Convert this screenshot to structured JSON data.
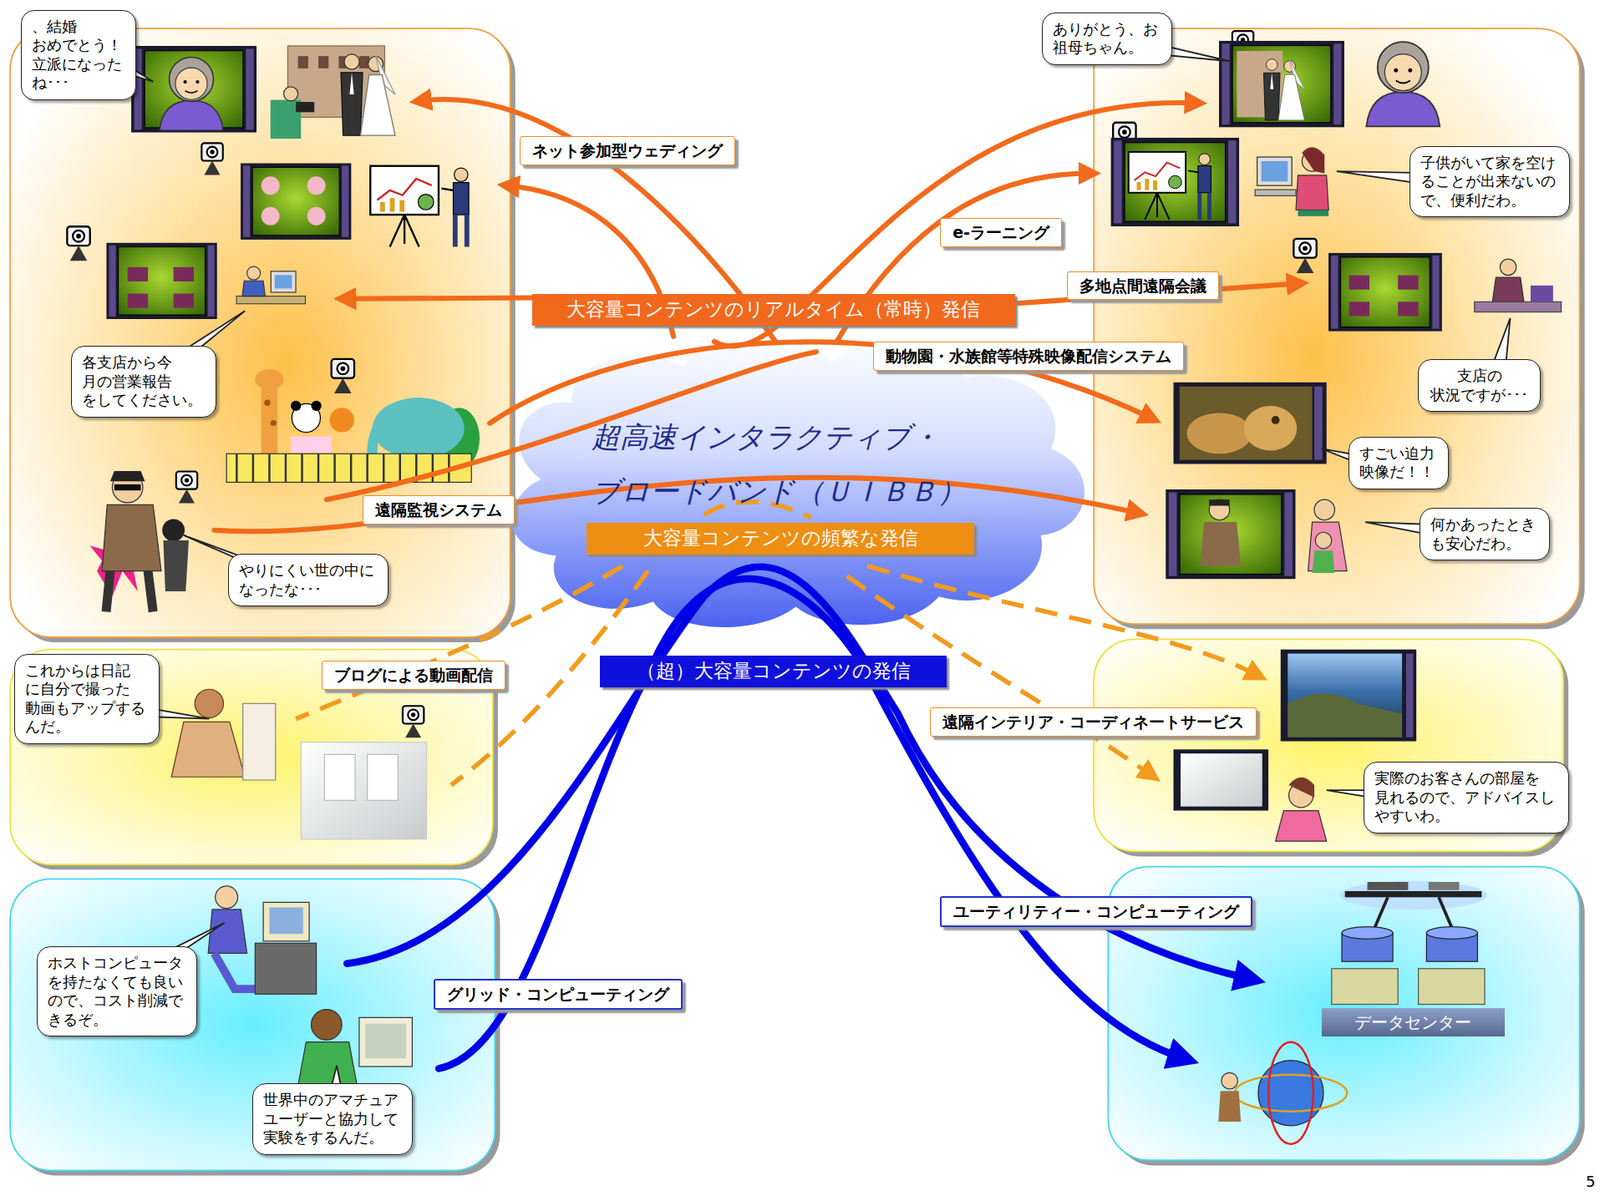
{
  "diagram": {
    "nodes": [
      {
        "text": [
          "、結婚 おめでとう！ 立派になった ね･･･"
        ]
      },
      {
        "text": [
          "ありがとう、お 祖母ちゃん。"
        ]
      },
      {
        "text": [
          "ネット参加型ウェディング"
        ]
      },
      {
        "text": [
          "子供がいて家を空け ることが出来ないの で、便利だわ。"
        ]
      },
      {
        "text": [
          "e-ラーニング"
        ]
      },
      {
        "text": [
          "多地点間遠隔会議"
        ]
      },
      {
        "text": [
          "大容量コンテンツのリアルタイム（常時）発信"
        ]
      },
      {
        "text": [
          "動物園・水族館等特殊映像配信システム"
        ]
      },
      {
        "text": [
          "各支店から今 月の営業報告 をしてください。"
        ]
      },
      {
        "text": [
          "支店の 状況ですが･･･"
        ]
      },
      {
        "text": [
          "超高速インタラクティブ・ ブロードバンド（ＵＩＢＢ）"
        ]
      },
      {
        "text": [
          "すごい迫力 映像だ！！"
        ]
      },
      {
        "text": [
          "遠隔監視システム"
        ]
      },
      {
        "text": [
          "何かあったとき も安心だわ。"
        ]
      },
      {
        "text": [
          "大容量コンテンツの頻繁な発信"
        ]
      },
      {
        "text": [
          "やりにくい世の中に なったな･･･"
        ]
      },
      {
        "text": [
          "これからは日記 に自分で撮った 動画もアップする んだ。"
        ]
      },
      {
        "text": [
          "ブログによる動画配信"
        ]
      },
      {
        "text": [
          "（超）大容量コンテンツの発信"
        ]
      },
      {
        "text": [
          "遠隔インテリア・コーディネートサービス"
        ]
      },
      {
        "text": [
          "実際のお客さんの部屋を 見れるので、アドバイスし やすいわ。"
        ]
      },
      {
        "text": [
          "ユーティリティー・コンピューティング"
        ]
      },
      {
        "text": [
          "ホストコンピュータ を持たなくても良い ので、コスト削減で きるぞ。"
        ]
      },
      {
        "text": [
          "グリッド・コンピューティング"
        ]
      },
      {
        "text": [
          "データセンター"
        ]
      },
      {
        "text": [
          "世界中のアマチュア ユーザーと協力して 実験をするんだ。"
        ]
      }
    ],
    "labels": [
      "5"
    ]
  }
}
